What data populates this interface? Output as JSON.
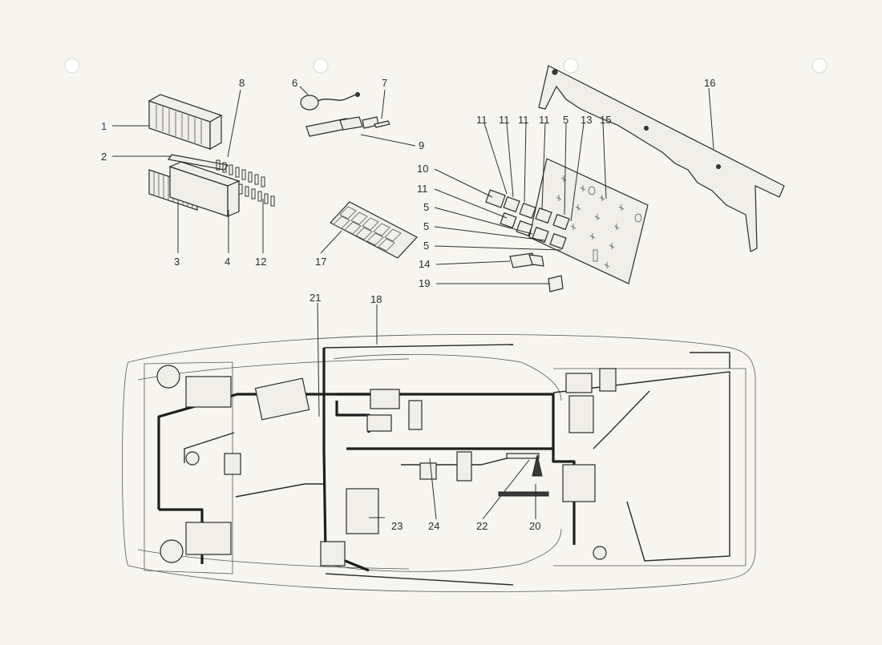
{
  "colors": {
    "background": "#f6f5ef",
    "ink": "#2b2b2b",
    "accent_label": "#27476b"
  },
  "labels": {
    "l1": "1",
    "l2": "2",
    "l3": "3",
    "l4": "4",
    "l5a": "5",
    "l5b": "5",
    "l5c": "5",
    "l5d": "5",
    "l6": "6",
    "l7": "7",
    "l8": "8",
    "l9": "9",
    "l10": "10",
    "l11a": "11",
    "l11b": "11",
    "l11c": "11",
    "l11d": "11",
    "l11e": "11",
    "l12": "12",
    "l13": "13",
    "l14": "14",
    "l15": "15",
    "l16": "16",
    "l17": "17",
    "l18": "18",
    "l19": "19",
    "l20": "20",
    "l21": "21",
    "l22": "22",
    "l23": "23",
    "l24": "24"
  }
}
